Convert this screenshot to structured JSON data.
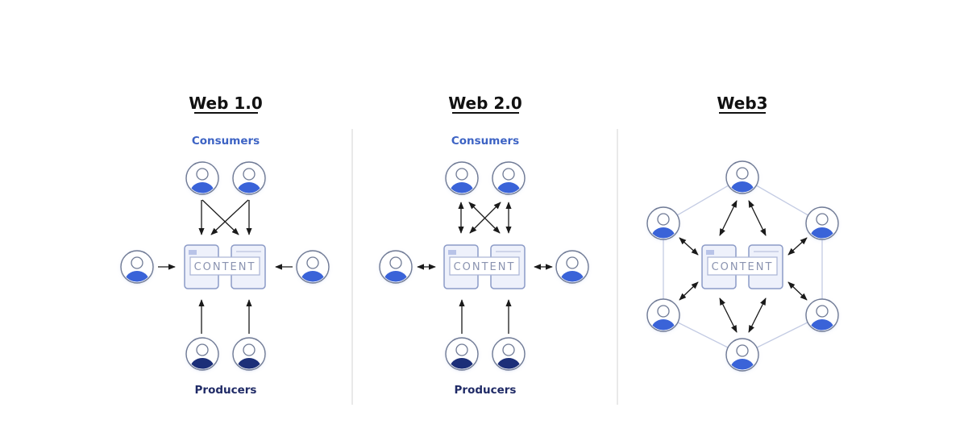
{
  "colors": {
    "consumer_fill": "#3a63d8",
    "producer_fill": "#1c2f78",
    "consumers_label": "#3d63c4",
    "producers_label": "#1f2a66",
    "avatar_stroke": "#6f7a95",
    "content_stroke": "#8c9bc7",
    "content_fill": "#eef1fb",
    "arrow": "#1a1a1a",
    "network_line": "#c3cbe3",
    "divider": "#e2e2e2"
  },
  "panels": [
    {
      "id": "web1",
      "title": "Web 1.0",
      "consumers_label": "Consumers",
      "producers_label": "Producers",
      "content_label": "CONTENT",
      "flow": "one-way: consumers and producers point into content"
    },
    {
      "id": "web2",
      "title": "Web 2.0",
      "consumers_label": "Consumers",
      "producers_label": "Producers",
      "content_label": "CONTENT",
      "flow": "two-way between consumers and content; producers point into content"
    },
    {
      "id": "web3",
      "title": "Web3",
      "content_label": "CONTENT",
      "flow": "six peers in a ring, each two-way with content"
    }
  ]
}
